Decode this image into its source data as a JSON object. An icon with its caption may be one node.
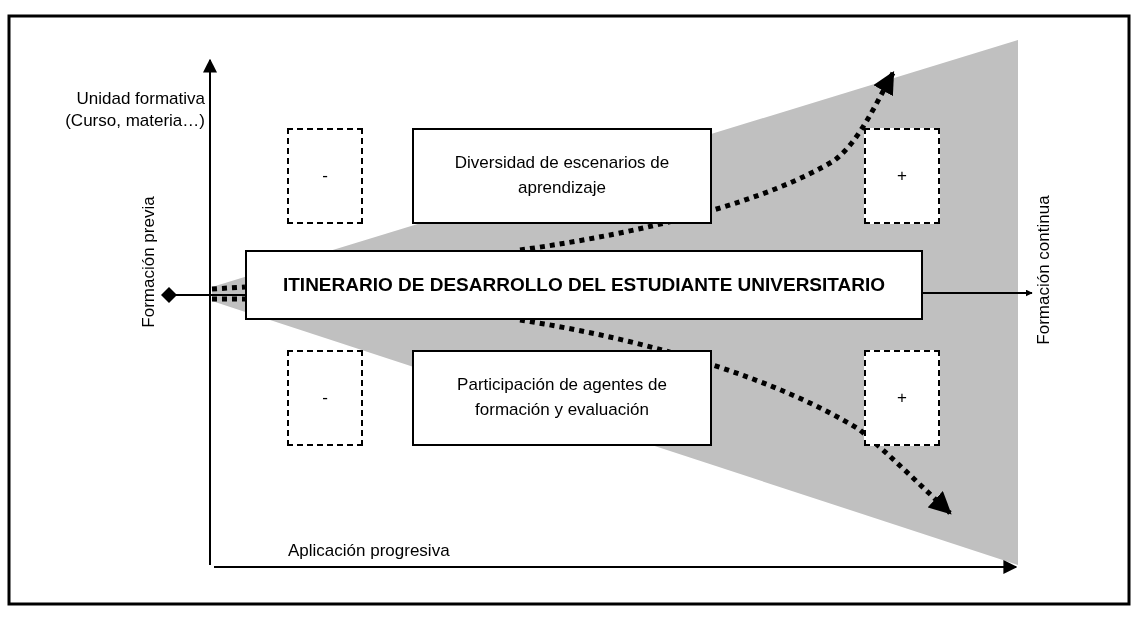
{
  "diagram": {
    "nodes": [
      {
        "text": [
          "-"
        ]
      },
      {
        "text": [
          "Diversidad de escenarios de aprendizaje"
        ]
      },
      {
        "text": [
          "+"
        ]
      },
      {
        "text": [
          "ITINERARIO DE DESARROLLO DEL ESTUDIANTE UNIVERSITARIO"
        ]
      },
      {
        "text": [
          "-"
        ]
      },
      {
        "text": [
          "Participación de agentes de formación y evaluación"
        ]
      },
      {
        "text": [
          "+"
        ]
      },
      {
        "text": [
          "Formación previa"
        ]
      },
      {
        "text": [
          "Formación continua"
        ]
      }
    ],
    "edges": [
      {
        "from": 7,
        "to": 3,
        "arrow": "other"
      },
      {
        "from": 3,
        "to": 8,
        "arrow": "to"
      },
      {
        "from": 3,
        "to": null,
        "arrow": "to",
        "style": "dashed"
      },
      {
        "from": 3,
        "to": null,
        "arrow": "to",
        "style": "dashed"
      }
    ],
    "labels": [
      "Unidad formativa (Curso, materia…)",
      "Aplicación progresiva"
    ]
  }
}
